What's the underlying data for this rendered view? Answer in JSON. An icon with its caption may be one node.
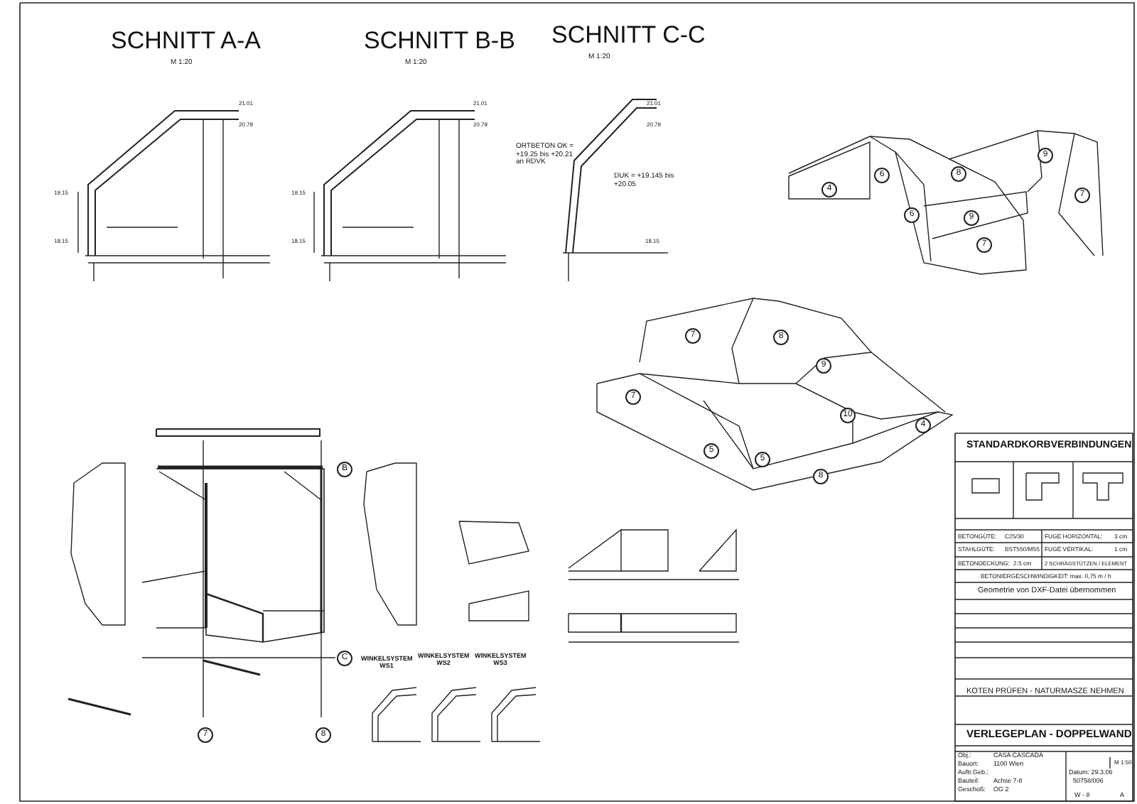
{
  "diagram": {
    "labels": [
      "SCHNITT A-A",
      "M 1:20",
      "SCHNITT B-B",
      "M 1:20",
      "SCHNITT C-C",
      "M 1:20",
      "21.01",
      "20.79",
      "21.01",
      "20.79",
      "21.01",
      "20.79",
      "ORTBETON OK = +19.25 bis +20.21 an RDVK",
      "DUK = +19.145 bis +20.05",
      "19.15",
      "18.15",
      "19.15",
      "18.15",
      "18.15",
      "4",
      "6",
      "8",
      "6",
      "9",
      "7",
      "9",
      "7",
      "7",
      "8",
      "9",
      "7",
      "10",
      "5",
      "5",
      "4",
      "8",
      "B",
      "C",
      "7",
      "8",
      "WINKELSYSTEM WS1",
      "WINKELSYSTEM WS2",
      "WINKELSYSTEM WS3",
      "STANDARDKORBVERBINDUNGEN",
      "BETONGÜTE:",
      "C25/30",
      "FUGE HORIZONTAL:",
      "3 cm",
      "STAHLGÜTE:",
      "BST550/M55",
      "FUGE VERTIKAL:",
      "1 cm",
      "BETONDECKUNG:",
      "2.5 cm",
      "2 SCHRÄGSTÜTZEN / ELEMENT",
      "BETONIERGESCHWINDIGKEIT: max. 0,75 m / h",
      "Geometrie von DXF-Datei übernommen",
      "KOTEN PRÜFEN - NATURMASZE NEHMEN",
      "VERLEGEPLAN - DOPPELWAND",
      "Obj.:",
      "CASA CASCADA",
      "Bauort:",
      "1100 Wien",
      "Auftr.Geb.:",
      "Bauteil:",
      "Achse 7-8",
      "Geschoß:",
      "OG 2",
      "M 1:50",
      "Datum: 29.3.06",
      "50758/006",
      "W - 8",
      "A"
    ]
  }
}
